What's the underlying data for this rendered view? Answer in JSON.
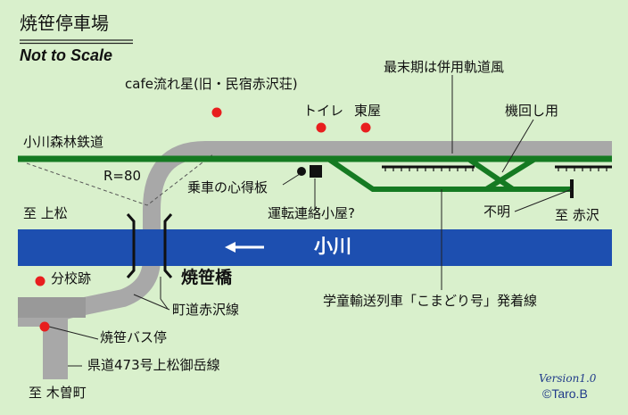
{
  "title": "焼笹停車場",
  "subtitle": "Not to Scale",
  "colors": {
    "background": "#d9f0cc",
    "railway": "#157a22",
    "road": "#a8a8a8",
    "river": "#1d4fb0",
    "poi_dot": "#e81e1e",
    "credit": "#203a8a"
  },
  "labels": {
    "cafe": "cafe流れ星(旧・民宿赤沢荘)",
    "toilet": "トイレ",
    "shelter": "東屋",
    "last_period": "最末期は併用軌道風",
    "loop_track": "機回し用",
    "railway": "小川森林鉄道",
    "radius": "R=80",
    "boarding_stone": "乗車の心得板",
    "operation_hut": "運転連絡小屋?",
    "unknown": "不明",
    "to_akasawa": "至 赤沢",
    "to_agematsu": "至 上松",
    "river": "小川",
    "school_ruins": "分校跡",
    "bridge": "焼笹橋",
    "town_road": "町道赤沢線",
    "bus_stop": "焼笹バス停",
    "pref_road": "県道473号上松御岳線",
    "to_kisomachi": "至 木曽町",
    "train_line": "学童輸送列車「こまどり号」発着線"
  },
  "credit": {
    "version": "Version1.0",
    "copyright": "©Taro.B"
  }
}
